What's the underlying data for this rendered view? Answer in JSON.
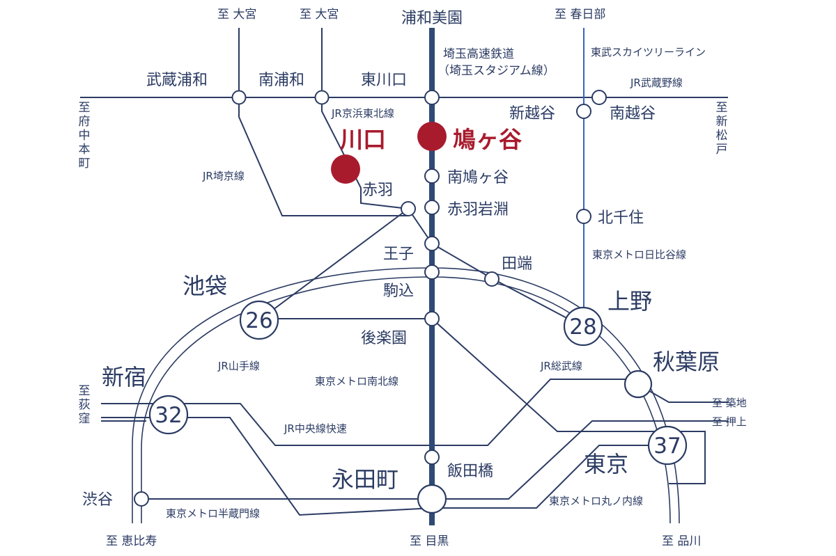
{
  "colors": {
    "line": "#2b3b63",
    "saitama_line": "#2f4a74",
    "tobu_line": "#3b62b8",
    "highlight": "#a81b2d",
    "background": "#ffffff"
  },
  "highlights": {
    "kawaguchi": "川口",
    "hatogaya": "鳩ヶ谷"
  },
  "stations": {
    "musashi_urawa": "武蔵浦和",
    "minami_urawa": "南浦和",
    "higashi_kawaguchi": "東川口",
    "urawa_misono": "浦和美園",
    "shin_koshigaya": "新越谷",
    "minami_koshigaya": "南越谷",
    "minami_hatogaya": "南鳩ヶ谷",
    "akabane": "赤羽",
    "akabane_iwabuchi": "赤羽岩淵",
    "kita_senju": "北千住",
    "oji": "王子",
    "tabata": "田端",
    "komagome": "駒込",
    "korakuen": "後楽園",
    "iidabashi": "飯田橋",
    "shibuya": "渋谷"
  },
  "hubs": {
    "ikebukuro": {
      "name": "池袋",
      "minutes": "26"
    },
    "ueno": {
      "name": "上野",
      "minutes": "28"
    },
    "shinjuku": {
      "name": "新宿",
      "minutes": "32"
    },
    "tokyo": {
      "name": "東京",
      "minutes": "37"
    },
    "akihabara": {
      "name": "秋葉原"
    },
    "nagatacho": {
      "name": "永田町"
    }
  },
  "lines": {
    "saitama_railway_1": "埼玉高速鉄道",
    "saitama_railway_2": "（埼玉スタジアム線）",
    "tobu_skytree": "東武スカイツリーライン",
    "jr_musashino": "JR武蔵野線",
    "jr_keihin_tohoku": "JR京浜東北線",
    "jr_saikyo": "JR埼京線",
    "metro_hibiya": "東京メトロ日比谷線",
    "jr_yamanote": "JR山手線",
    "metro_namboku": "東京メトロ南北線",
    "jr_sobu": "JR総武線",
    "jr_chuo_rapid": "JR中央線快速",
    "metro_hanzomon": "東京メトロ半蔵門線",
    "metro_marunouchi": "東京メトロ丸ノ内線"
  },
  "directions": {
    "to_omiya_1": "至 大宮",
    "to_omiya_2": "至 大宮",
    "to_kasukabe": "至 春日部",
    "to_fuchu_honmachi": "至府中本町",
    "to_shin_matsudo": "至新松戸",
    "to_ogikubo": "至荻窪",
    "to_tsukiji": "至 築地",
    "to_oshiage": "至 押上",
    "to_ebisu": "至 恵比寿",
    "to_meguro": "至 目黒",
    "to_shinagawa": "至 品川"
  }
}
